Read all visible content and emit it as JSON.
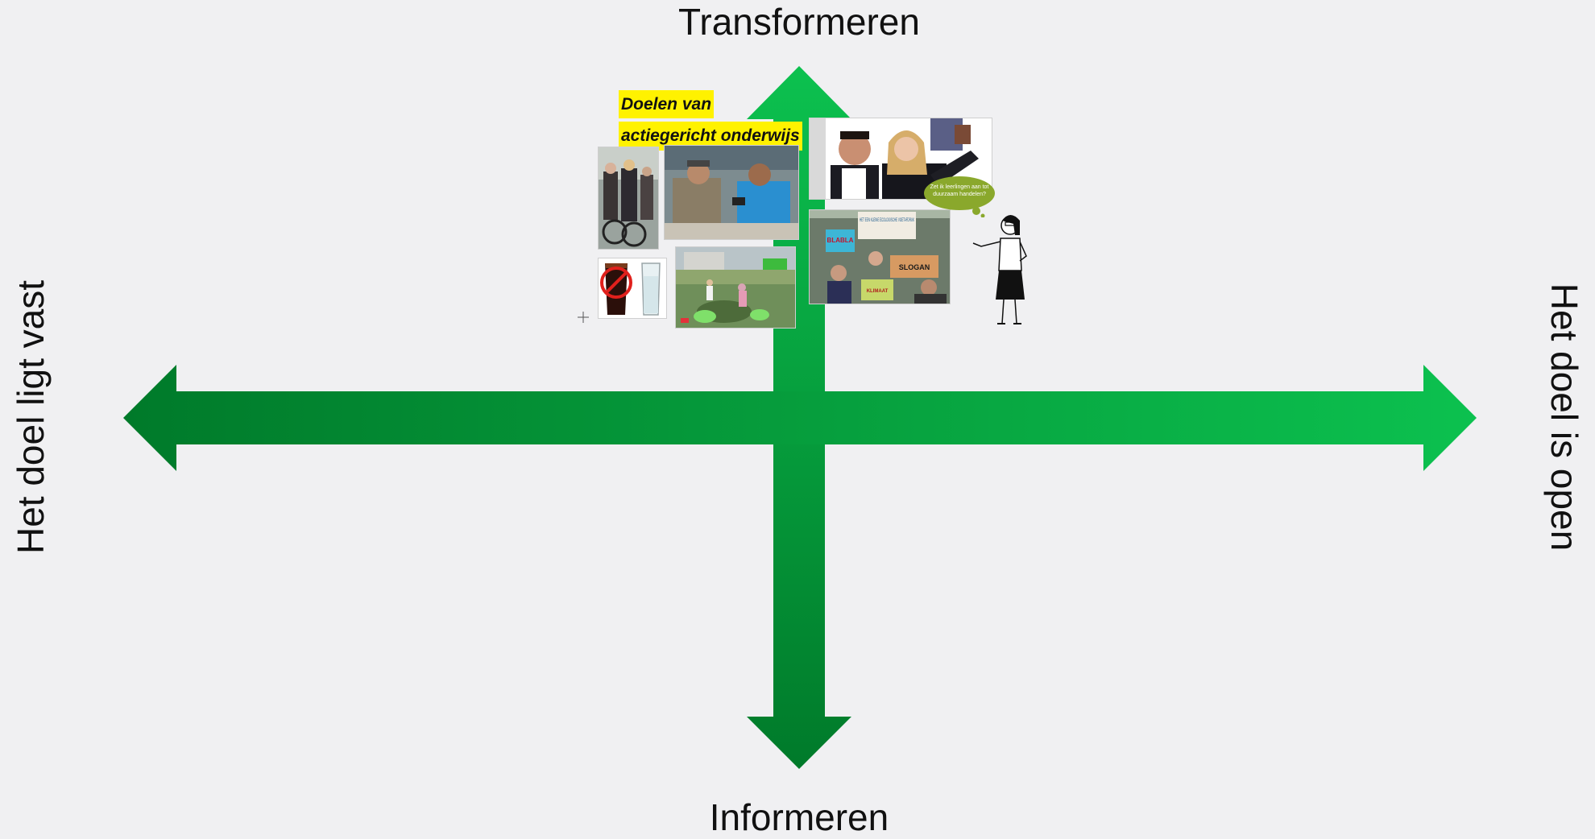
{
  "axes": {
    "top": "Transformeren",
    "bottom": "Informeren",
    "left": "Het doel ligt vast",
    "right": "Het doel is open"
  },
  "title": {
    "line1": "Doelen van",
    "line2": "actiegericht onderwijs"
  },
  "thought_bubble": "Zet ik leerlingen aan tot duurzaam handelen?",
  "protest_signs": [
    "HET EEN KLEINE ECOLOGISCHE VOETAFDRUK",
    "BLABLA",
    "SLOGAN",
    "KLIMAAT"
  ],
  "colors": {
    "background": "#f0f0f2",
    "arrow_dark": "#007a2a",
    "arrow_light": "#0cc14f",
    "title_highlight": "#fff200",
    "bubble": "#8aa82c"
  }
}
